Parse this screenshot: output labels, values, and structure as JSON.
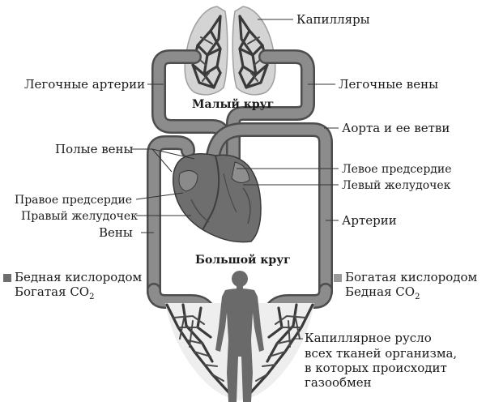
{
  "diagram": {
    "circuits": {
      "small": "Малый круг",
      "large": "Большой круг"
    },
    "labels": {
      "capillaries": "Капилляры",
      "pulmonary_arteries": "Легочные артерии",
      "pulmonary_veins": "Легочные вены",
      "aorta": "Аорта и ее ветви",
      "venae_cavae": "Полые вены",
      "left_atrium": "Левое предсердие",
      "left_ventricle": "Левый желудочек",
      "right_atrium": "Правое предсердие",
      "right_ventricle": "Правый желудочек",
      "arteries": "Артерии",
      "veins": "Вены",
      "capillary_bed": [
        "Капиллярное русло",
        "всех тканей организма,",
        "в которых происходит",
        "газообмен"
      ]
    },
    "legend": {
      "left": {
        "line1": "Бедная кислородом",
        "line2": "Богатая CO",
        "sub": "2"
      },
      "right": {
        "line1": "Богатая кислородом",
        "line2": "Бедная CO",
        "sub": "2"
      }
    },
    "colors": {
      "deoxygenated": "#6e6e6e",
      "oxygenated": "#9a9a9a",
      "vessel": "#4d4d4d",
      "lung_fill": "#cfcfcf"
    }
  }
}
